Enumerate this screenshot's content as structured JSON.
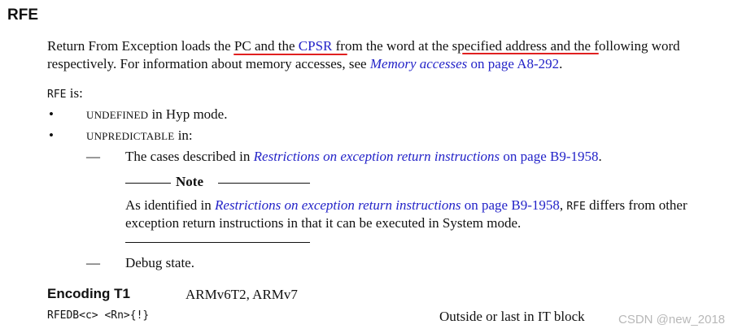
{
  "title": "RFE",
  "intro": {
    "part1": "Return From Exception loads th",
    "part2": "e PC and the ",
    "cpsr": "CPSR",
    "part3": " from the word at th",
    "part4": "e specified address an",
    "part5": "d the following word",
    "line2_prefix": "respectively. For information about memory accesses, see ",
    "line2_link_italic": "Memory accesses",
    "line2_link_plain": " on page A8-292",
    "line2_suffix": "."
  },
  "rfe_is": {
    "code": "RFE",
    "text": " is:"
  },
  "bullets": [
    {
      "sc": "UNDEFINED",
      "text": " in Hyp mode."
    },
    {
      "sc": "UNPREDICTABLE",
      "text": " in:"
    }
  ],
  "subitems": {
    "dash": "—",
    "item1": {
      "prefix": "The cases described in ",
      "link_italic": "Restrictions on exception return instructions",
      "link_plain": " on page B9-1958",
      "suffix": "."
    },
    "item2": "Debug state."
  },
  "note": {
    "title": "Note",
    "line1_prefix": "As identified in ",
    "line1_link_italic": "Restrictions on exception return instructions",
    "line1_link_plain": " on page B9-1958",
    "line1_comma": ", ",
    "line1_code": "RFE",
    "line1_suffix": " differs from other",
    "line2": "exception return instructions in that it can be executed in System mode."
  },
  "encoding": {
    "label": "Encoding T1",
    "arch": "ARMv6T2, ARMv7",
    "syntax": "RFEDB<c> <Rn>{!}",
    "condition": "Outside or last in IT block"
  },
  "watermark": "CSDN @new_2018",
  "colors": {
    "link": "#2323c8",
    "underline": "#e02020",
    "text": "#111111"
  }
}
